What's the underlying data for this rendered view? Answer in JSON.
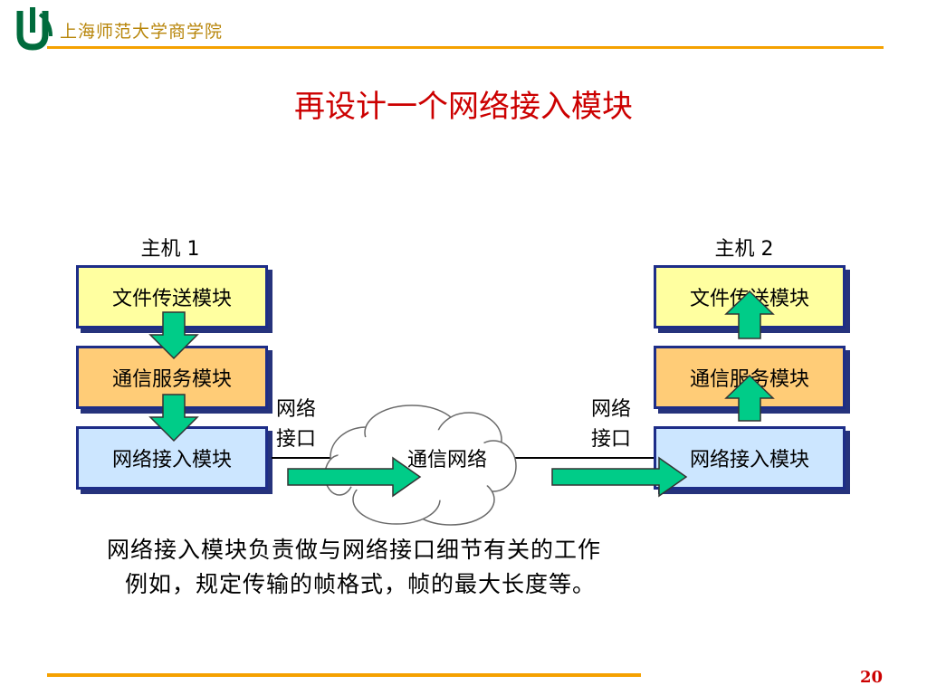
{
  "header": {
    "school_name": "上海师范大学商学院"
  },
  "title": "再设计一个网络接入模块",
  "host1": {
    "label": "主机 1",
    "modules": [
      "文件传送模块",
      "通信服务模块",
      "网络接入模块"
    ]
  },
  "host2": {
    "label": "主机 2",
    "modules": [
      "文件传送模块",
      "通信服务模块",
      "网络接入模块"
    ]
  },
  "interface_label_left": {
    "line1": "网络",
    "line2": "接口"
  },
  "interface_label_right": {
    "line1": "网络",
    "line2": "接口"
  },
  "network_label": "通信网络",
  "description": {
    "line1": "网络接入模块负责做与网络接口细节有关的工作",
    "line2": "例如，规定传输的帧格式，帧的最大长度等。"
  },
  "page_number": "20",
  "colors": {
    "title": "#cc0000",
    "module_border": "#1d2d88",
    "file_module": "#ffffa0",
    "comm_module": "#ffcc77",
    "net_module": "#cce6ff",
    "arrow_fill": "#00cc88",
    "accent_rule": "#f5a100"
  }
}
